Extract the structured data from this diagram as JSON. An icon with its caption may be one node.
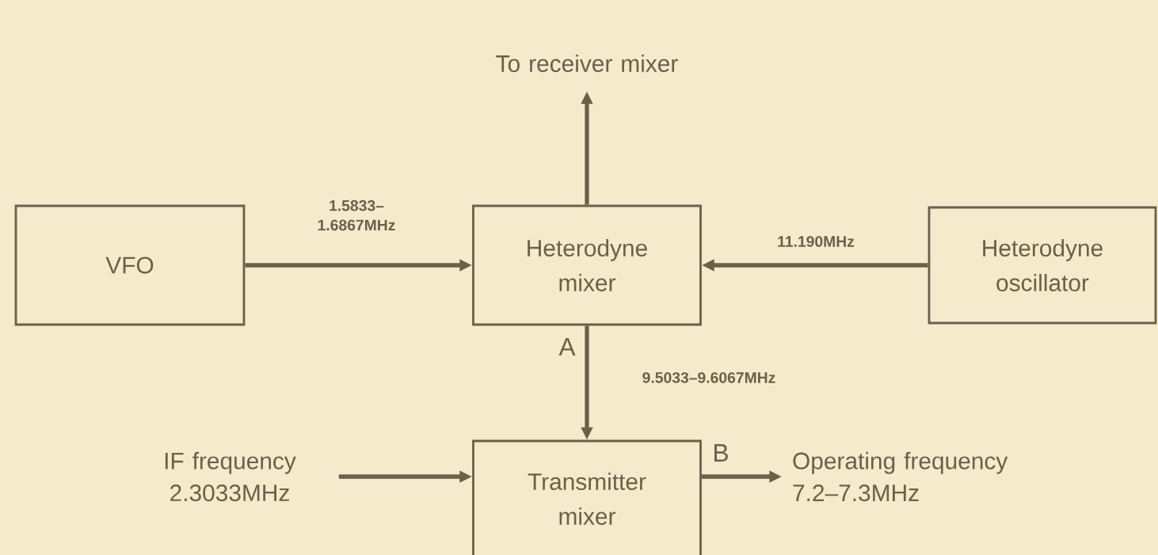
{
  "diagram": {
    "nodes": [
      {
        "text": [
          "VFO"
        ]
      },
      {
        "text": [
          "Heterodyne mixer"
        ]
      },
      {
        "text": [
          "Heterodyne oscillator"
        ]
      },
      {
        "text": [
          "Transmitter mixer"
        ]
      },
      {
        "text": [
          "To receiver mixer"
        ]
      },
      {
        "text": [
          "IF frequency 2.3033MHz"
        ]
      },
      {
        "text": [
          "Operating frequency 7.2–7.3MHz"
        ]
      }
    ],
    "edges": [
      {
        "from": 0,
        "to": 1,
        "arrow": "to",
        "label": "1.5833– 1.6867MHz"
      },
      {
        "from": 2,
        "to": 1,
        "arrow": "to",
        "label": "11.190MHz"
      },
      {
        "from": 1,
        "to": 4,
        "arrow": "to"
      },
      {
        "from": 1,
        "to": 3,
        "arrow": "to",
        "label": "9.5033–9.6067MHz"
      },
      {
        "from": 5,
        "to": 3,
        "arrow": "to"
      },
      {
        "from": 3,
        "to": 6,
        "arrow": "to"
      }
    ],
    "labels": [
      "A",
      "B"
    ]
  }
}
